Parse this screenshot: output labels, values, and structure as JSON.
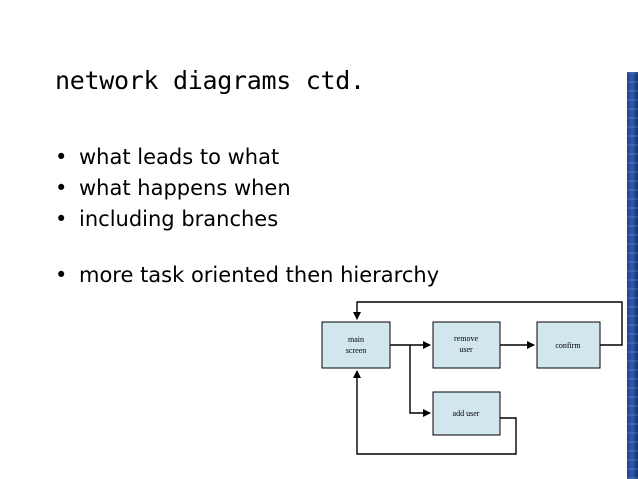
{
  "slide": {
    "title": "network diagrams ctd.",
    "bullets_top": [
      "what leads to what",
      "what happens when",
      "including branches"
    ],
    "bullets_bottom": [
      "more task oriented then hierarchy"
    ],
    "bullet_symbol": "•"
  },
  "diagram": {
    "nodes": {
      "main_screen": {
        "line1": "main",
        "line2": "screen"
      },
      "remove_user": {
        "line1": "remove",
        "line2": "user"
      },
      "confirm": {
        "label": "confirm"
      },
      "add_user": {
        "label": "add user"
      }
    },
    "edges": [
      {
        "from": "main screen",
        "to": "remove user"
      },
      {
        "from": "main screen",
        "to": "add user"
      },
      {
        "from": "remove user",
        "to": "confirm"
      },
      {
        "from": "confirm",
        "to": "main screen"
      },
      {
        "from": "add user",
        "to": "main screen"
      }
    ]
  },
  "colors": {
    "node_fill": "#d2e6ee",
    "edge_bar": "#2f5bb4"
  }
}
